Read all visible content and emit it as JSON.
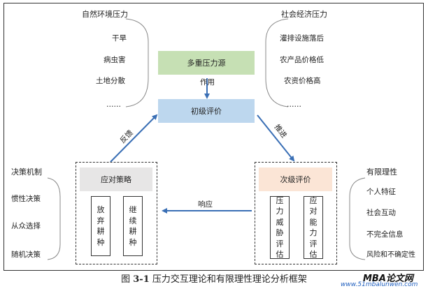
{
  "top_left": {
    "title": "自然环境压力",
    "items": [
      "干旱",
      "病虫害",
      "土地分散",
      "……"
    ]
  },
  "top_right": {
    "title": "社会经济压力",
    "items": [
      "灌排设施落后",
      "农产品价格低",
      "农资价格高",
      "……"
    ]
  },
  "center": {
    "multi_source": "多重压力源",
    "action_label": "作用",
    "primary_eval": "初级评价"
  },
  "arrows": {
    "feedback": "反馈",
    "promote": "推进",
    "response": "响应"
  },
  "left_group": {
    "title": "决策机制",
    "items": [
      "惯性决策",
      "从众选择",
      "随机决策"
    ],
    "strategy": "应对策略",
    "option_1": "放弃耕种",
    "option_2": "继续耕种"
  },
  "right_group": {
    "title": "有限理性",
    "items": [
      "个人特征",
      "社会互动",
      "不完全信息",
      "风险和不确定性"
    ],
    "secondary_eval": "次级评价",
    "option_1": "压力威胁评估",
    "option_2": "应对能力评估"
  },
  "caption": {
    "prefix": "图 ",
    "number": "3-1",
    "text": " 压力交互理论和有限理性理论分析框架"
  },
  "watermark": {
    "brand": "MBA论文网",
    "url": "www.51mbalunwen.com"
  },
  "colors": {
    "green_box": "#c6e0b4",
    "blue_box": "#bdd7ee",
    "grey_box": "#e7e6e6",
    "peach_box": "#fbe5d6",
    "arrow": "#3a6fb5"
  }
}
